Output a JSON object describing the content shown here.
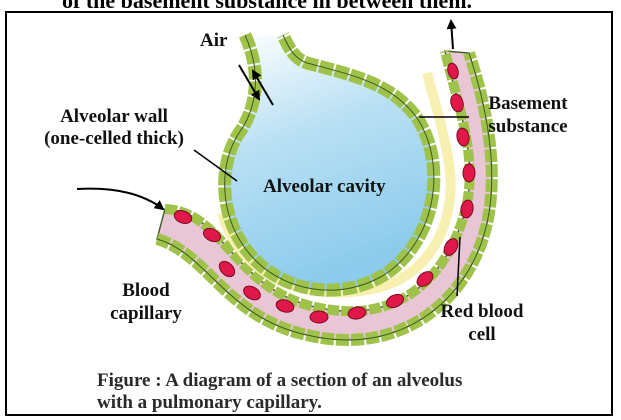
{
  "top_fragment": "of the basement substance in between them.",
  "labels": {
    "air": "Air",
    "alveolar_wall": "Alveolar wall",
    "alveolar_wall_note": "(one-celled thick)",
    "basement": "Basement",
    "substance": "substance",
    "alveolar_cavity": "Alveolar cavity",
    "blood": "Blood",
    "capillary": "capillary",
    "red_blood": "Red blood",
    "cell": "cell"
  },
  "caption": {
    "line1": "Figure : A diagram of a section of an alveolus",
    "line2": "with a pulmonary capillary."
  },
  "colors": {
    "alveolus_fill": "#9fd3ef",
    "wall_cells": "#9fc24a",
    "basement": "#f7f0b0",
    "capillary": "#e9c6d6",
    "red_blood_cell": "#e0184a"
  }
}
